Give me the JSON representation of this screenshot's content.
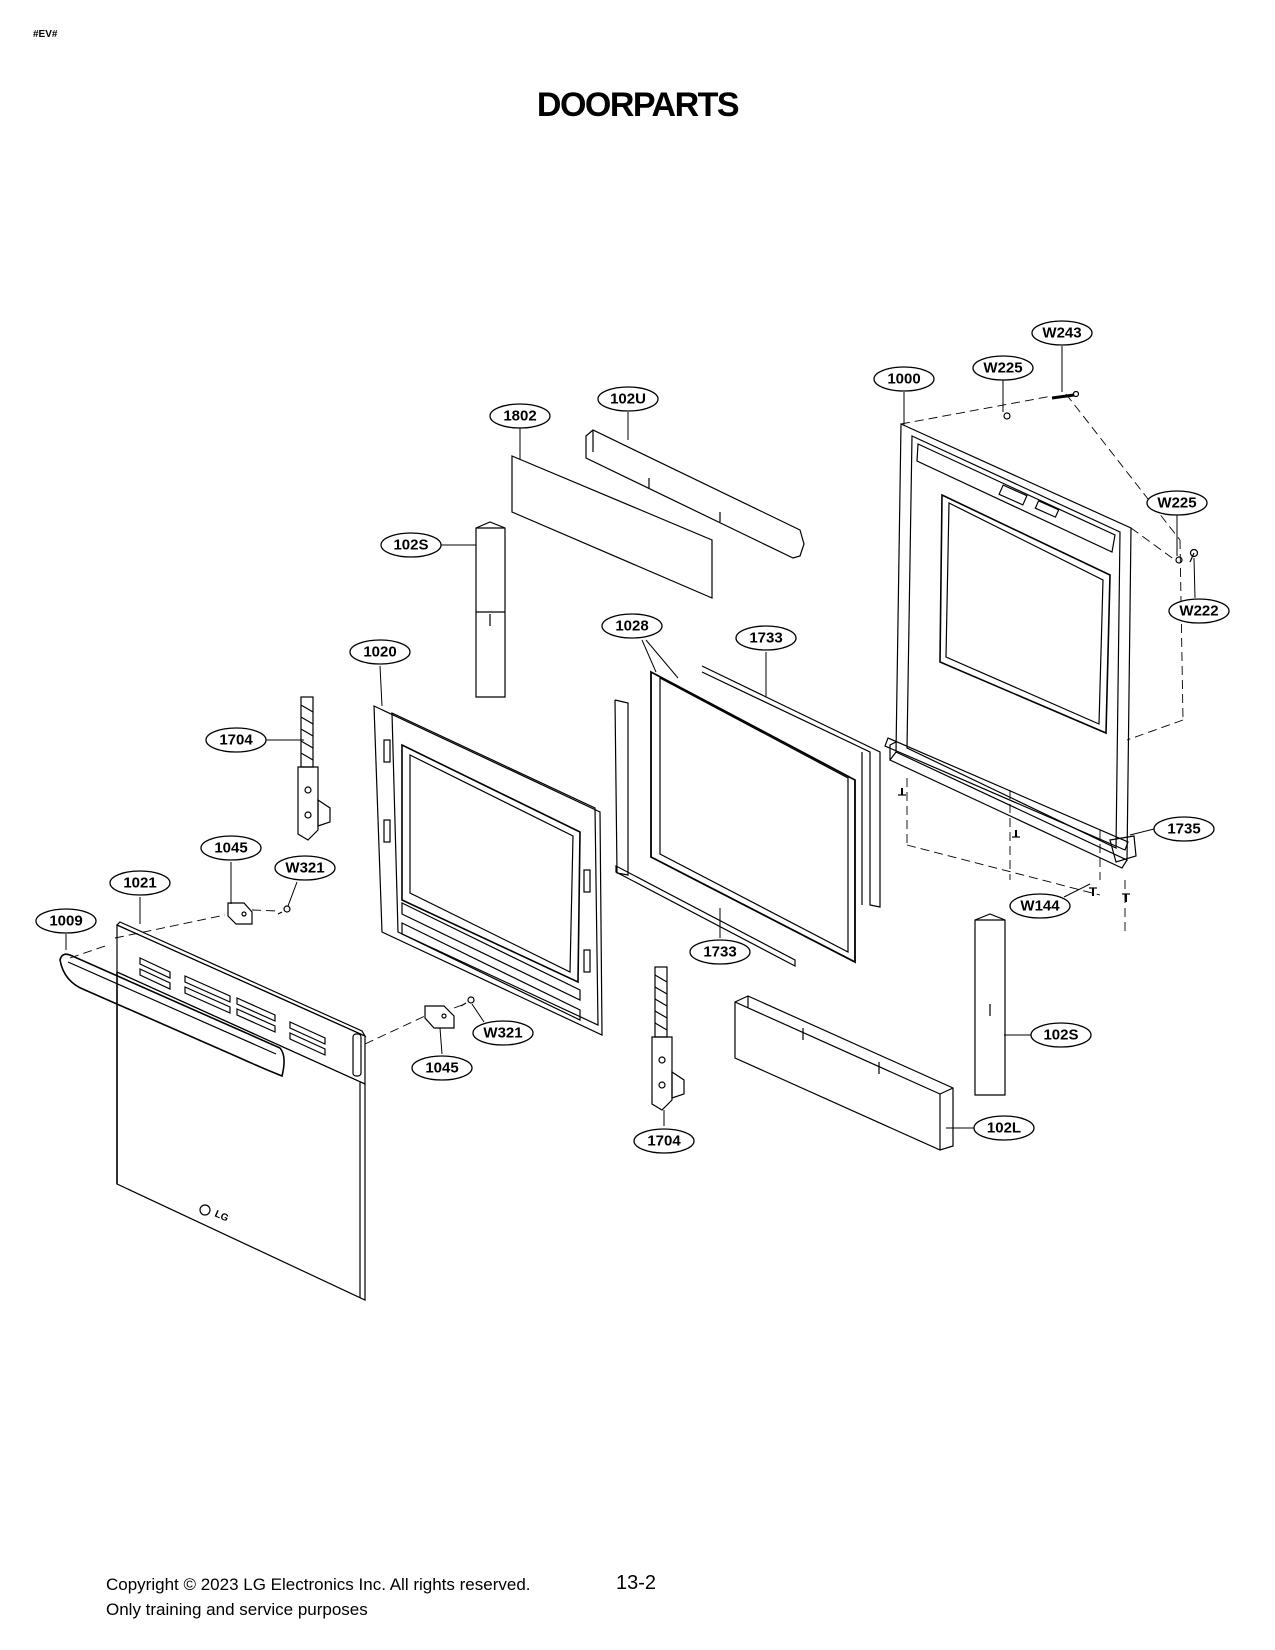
{
  "header": {
    "code": "#EV#"
  },
  "title": "DOORPARTS",
  "callouts": [
    {
      "id": "c-w243",
      "label": "W243"
    },
    {
      "id": "c-w225-top",
      "label": "W225"
    },
    {
      "id": "c-1000",
      "label": "1000"
    },
    {
      "id": "c-102u",
      "label": "102U"
    },
    {
      "id": "c-1802",
      "label": "1802"
    },
    {
      "id": "c-w225-right",
      "label": "W225"
    },
    {
      "id": "c-102s-top",
      "label": "102S"
    },
    {
      "id": "c-w222",
      "label": "W222"
    },
    {
      "id": "c-1028",
      "label": "1028"
    },
    {
      "id": "c-1733-top",
      "label": "1733"
    },
    {
      "id": "c-1020",
      "label": "1020"
    },
    {
      "id": "c-1704-left",
      "label": "1704"
    },
    {
      "id": "c-1735",
      "label": "1735"
    },
    {
      "id": "c-1045-top",
      "label": "1045"
    },
    {
      "id": "c-w321-top",
      "label": "W321"
    },
    {
      "id": "c-1021",
      "label": "1021"
    },
    {
      "id": "c-w144",
      "label": "W144"
    },
    {
      "id": "c-1009",
      "label": "1009"
    },
    {
      "id": "c-1733-bottom",
      "label": "1733"
    },
    {
      "id": "c-w321-bottom",
      "label": "W321"
    },
    {
      "id": "c-102s-bottom",
      "label": "102S"
    },
    {
      "id": "c-1045-bottom",
      "label": "1045"
    },
    {
      "id": "c-102l",
      "label": "102L"
    },
    {
      "id": "c-1704-bottom",
      "label": "1704"
    }
  ],
  "footer": {
    "copyright": "Copyright © 2023 LG Electronics Inc. All rights reserved.",
    "purpose": "Only training and service purposes",
    "page_number": "13-2"
  }
}
